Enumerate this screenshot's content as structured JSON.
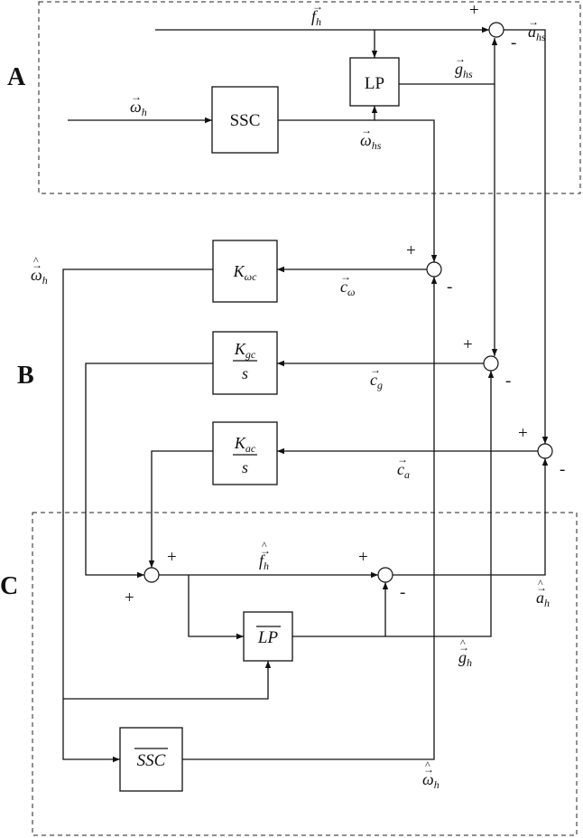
{
  "sections": {
    "a": "A",
    "b": "B",
    "c": "C"
  },
  "blocks": {
    "lp": "LP",
    "ssc": "SSC",
    "k_omega": {
      "base": "K",
      "sub": "ωc"
    },
    "k_g": {
      "base": "K",
      "sub": "gc",
      "den": "s"
    },
    "k_a": {
      "base": "K",
      "sub": "ac",
      "den": "s"
    },
    "lp_est": "LP",
    "ssc_est": "SSC"
  },
  "signals": {
    "f_h": {
      "base": "f",
      "sub": "h"
    },
    "a_hs": {
      "base": "a",
      "sub": "hs"
    },
    "g_hs": {
      "base": "g",
      "sub": "hs"
    },
    "omega_h_in": {
      "base": "ω",
      "sub": "h"
    },
    "omega_hs": {
      "base": "ω",
      "sub": "hs"
    },
    "omega_h_est_left": {
      "base": "ω",
      "sub": "h"
    },
    "c_omega": {
      "base": "c",
      "sub": "ω"
    },
    "c_g": {
      "base": "c",
      "sub": "g"
    },
    "c_a": {
      "base": "c",
      "sub": "a"
    },
    "f_h_est": {
      "base": "f",
      "sub": "h"
    },
    "a_h_est": {
      "base": "a",
      "sub": "h"
    },
    "g_h_est": {
      "base": "g",
      "sub": "h"
    },
    "omega_h_est_bottom": {
      "base": "ω",
      "sub": "h"
    }
  },
  "signs": {
    "plus": "+",
    "minus": "-"
  }
}
